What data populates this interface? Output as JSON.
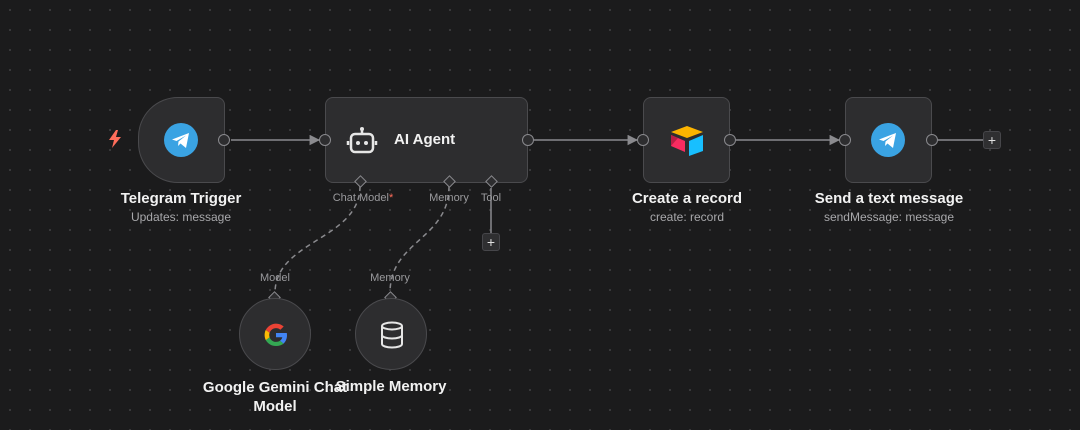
{
  "nodes": {
    "telegram_trigger": {
      "title": "Telegram Trigger",
      "subtitle": "Updates: message"
    },
    "ai_agent": {
      "title": "AI Agent",
      "ports": {
        "chat_model": "Chat Model",
        "chat_model_required": "*",
        "memory": "Memory",
        "tool": "Tool"
      }
    },
    "create_record": {
      "title": "Create a record",
      "subtitle": "create: record"
    },
    "send_message": {
      "title": "Send a text message",
      "subtitle": "sendMessage: message"
    },
    "gemini": {
      "title": "Google Gemini Chat Model",
      "port_label": "Model",
      "icon_letter": "G"
    },
    "memory": {
      "title": "Simple Memory",
      "port_label": "Memory"
    }
  },
  "icons": {
    "trigger": "lightning-icon",
    "telegram": "telegram-icon",
    "ai_agent": "robot-icon",
    "airtable": "airtable-icon",
    "google": "google-icon",
    "database": "database-icon",
    "plus": "+"
  },
  "colors": {
    "canvas": "#1b1b1c",
    "node_bg": "#2d2d2f",
    "telegram_blue": "#3aa3e3",
    "trigger_red": "#ff6d5a"
  }
}
